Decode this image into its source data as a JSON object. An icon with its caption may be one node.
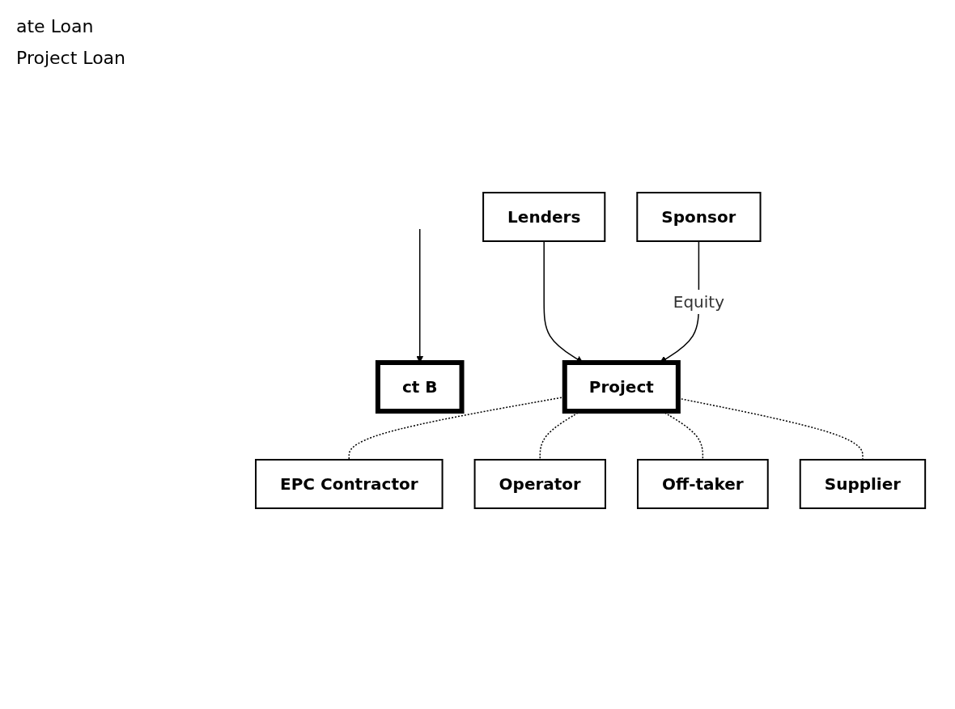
{
  "diagram": {
    "nodes": [
      {
        "text": [
          "Lenders"
        ]
      },
      {
        "text": [
          "Sponsor"
        ]
      },
      {
        "text": [
          "ct B"
        ]
      },
      {
        "text": [
          "Project"
        ]
      },
      {
        "text": [
          "EPC Contractor"
        ]
      },
      {
        "text": [
          "Supplier"
        ]
      },
      {
        "text": [
          "Operator"
        ]
      },
      {
        "text": [
          "Off-taker"
        ]
      }
    ],
    "edges": [
      {
        "from": null,
        "to": 2,
        "arrow": "to"
      },
      {
        "from": 0,
        "to": 3,
        "arrow": "to"
      },
      {
        "from": 1,
        "to": 3,
        "arrow": "to",
        "label": "Equity"
      },
      {
        "from": 3,
        "to": 4,
        "arrow": "none",
        "style": "dashed"
      },
      {
        "from": 3,
        "to": 6,
        "arrow": "none",
        "style": "dashed"
      },
      {
        "from": 3,
        "to": 7,
        "arrow": "none",
        "style": "dashed"
      },
      {
        "from": 3,
        "to": 5,
        "arrow": "none",
        "style": "dashed"
      }
    ],
    "labels": [
      "ate Loan",
      "Project Loan"
    ]
  }
}
